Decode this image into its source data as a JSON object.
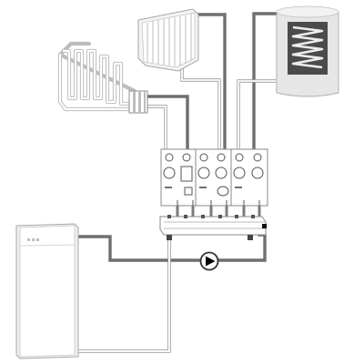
{
  "diagram": {
    "components": [
      {
        "id": "underfloor-heating",
        "icon": "underfloor-heating-coil"
      },
      {
        "id": "panel-radiator",
        "icon": "radiator"
      },
      {
        "id": "hot-water-cylinder",
        "icon": "cylinder-with-coil"
      },
      {
        "id": "pump-module-1",
        "icon": "pump-group"
      },
      {
        "id": "pump-module-2",
        "icon": "pump-group"
      },
      {
        "id": "pump-module-3",
        "icon": "pump-group"
      },
      {
        "id": "distribution-manifold",
        "icon": "manifold"
      },
      {
        "id": "circulation-pump",
        "icon": "pump-symbol"
      },
      {
        "id": "boiler",
        "icon": "boiler-cabinet"
      }
    ],
    "colors": {
      "flow_pipe": "#7b7b7b",
      "return_pipe": "#ffffff",
      "outline": "#9a9a9a",
      "cylinder_body": "#e2e2e2",
      "coil": "#555555",
      "pump_fill": "#000000"
    }
  }
}
